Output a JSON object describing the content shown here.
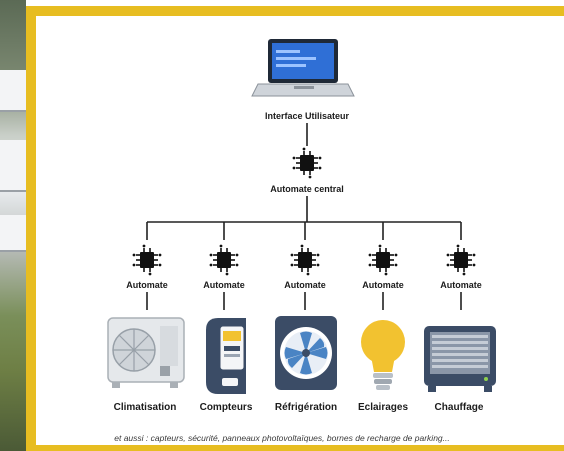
{
  "diagram": {
    "top_node": "Interface Utilisateur",
    "central_node": "Automate central",
    "automates": [
      "Automate",
      "Automate",
      "Automate",
      "Automate",
      "Automate"
    ],
    "devices": [
      "Climatisation",
      "Compteurs",
      "Réfrigération",
      "Eclairages",
      "Chauffage"
    ],
    "footnote": "et aussi : capteurs, sécurité, panneaux photovoltaïques, bornes de recharge de parking..."
  },
  "colors": {
    "frame": "#e7bd21",
    "lines": "#222222",
    "chip": "#111111",
    "device_blue": "#3b4c66",
    "accent_yellow": "#f2c230"
  },
  "icons": [
    "laptop-icon",
    "chip-icon",
    "air-conditioner-icon",
    "meter-icon",
    "fan-icon",
    "light-bulb-icon",
    "radiator-icon"
  ]
}
